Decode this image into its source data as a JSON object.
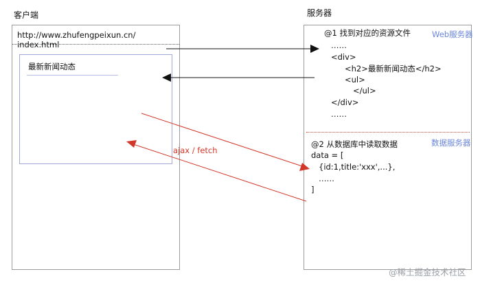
{
  "client": {
    "title": "客户端",
    "url": "http://www.zhufengpeixun.cn/ index.html",
    "page_heading": "最新新闻动态"
  },
  "server": {
    "title": "服务器",
    "web": {
      "label": "Web服务器",
      "lines": [
        "@1 找到对应的资源文件",
        "……",
        "<div>",
        "<h2>最新新闻动态</h2>",
        "<ul>",
        "</ul>",
        "</div>",
        "……"
      ]
    },
    "db": {
      "label": "数据服务器",
      "lines": [
        "@2 从数据库中读取数据",
        "data = [",
        "{id:1,title:'xxx',...},",
        "……",
        "]"
      ]
    }
  },
  "ajax_label": "ajax / fetch",
  "watermark": "@稀土掘金技术社区",
  "colors": {
    "arrow_black": "#111111",
    "arrow_red": "#d2382a",
    "link_blue": "#6a86d9"
  }
}
